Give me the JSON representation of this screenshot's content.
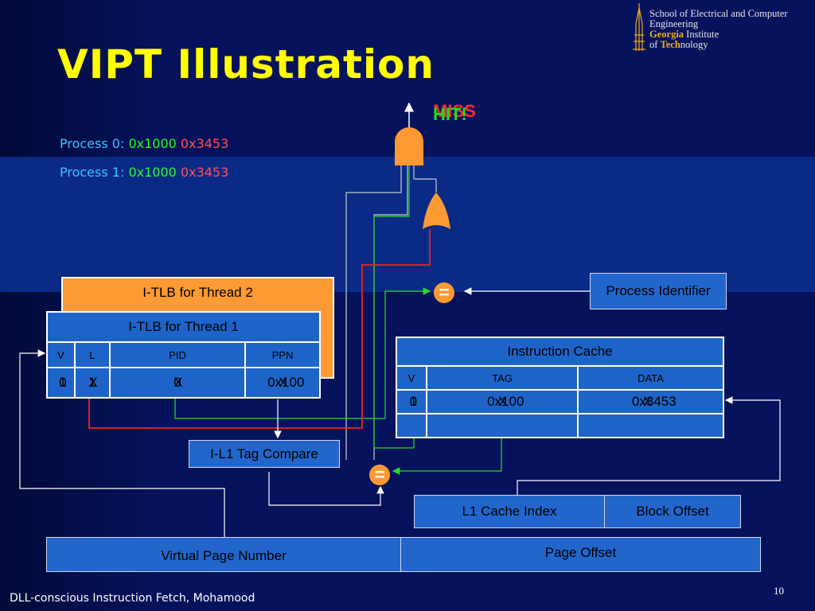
{
  "slide": {
    "title": "VIPT Illustration",
    "footer": "DLL-conscious Instruction Fetch, Mohamood",
    "page_number": "10"
  },
  "logo": {
    "line1": "School of Electrical and Computer",
    "line2": "Engineering",
    "line3_bold": "Georgia",
    "line3_rest": " Institute",
    "line4_pre": "of ",
    "line4_bold": "Tech",
    "line4_rest": "nology"
  },
  "processes": [
    {
      "label": "Process 0:",
      "vaddr": "0x1000",
      "data": "0x3453"
    },
    {
      "label": "Process 1:",
      "vaddr": "0x1000",
      "data": "0x3453"
    }
  ],
  "result": {
    "text_red": "MISS",
    "text_green": "HIT!"
  },
  "tlb2": {
    "title": "I-TLB for Thread 2"
  },
  "tlb1": {
    "title": "I-TLB for Thread 1",
    "columns": [
      "V",
      "L",
      "PID",
      "PPN"
    ],
    "row": {
      "v": [
        "0",
        "1"
      ],
      "l": [
        "X",
        "1"
      ],
      "pid": [
        "X",
        "0"
      ],
      "ppn": [
        "0x100",
        "X"
      ]
    }
  },
  "icache": {
    "title": "Instruction Cache",
    "columns": [
      "V",
      "TAG",
      "DATA"
    ],
    "row": {
      "v": [
        "0",
        "1"
      ],
      "tag": [
        "0x100",
        "X"
      ],
      "data": [
        "0x3453",
        "X"
      ]
    }
  },
  "labels": {
    "process_identifier": "Process Identifier",
    "tag_compare": "I-L1 Tag Compare",
    "l1_index": "L1 Cache Index",
    "block_offset": "Block Offset",
    "vpn": "Virtual Page Number",
    "page_offset": "Page Offset",
    "equals": "="
  },
  "colors": {
    "title": "#ffff00",
    "process_label": "#3cc0ff",
    "hex_green": "#22ff22",
    "hex_red": "#ff5050",
    "box_fill": "#2266cc",
    "orange": "#ff9933"
  }
}
